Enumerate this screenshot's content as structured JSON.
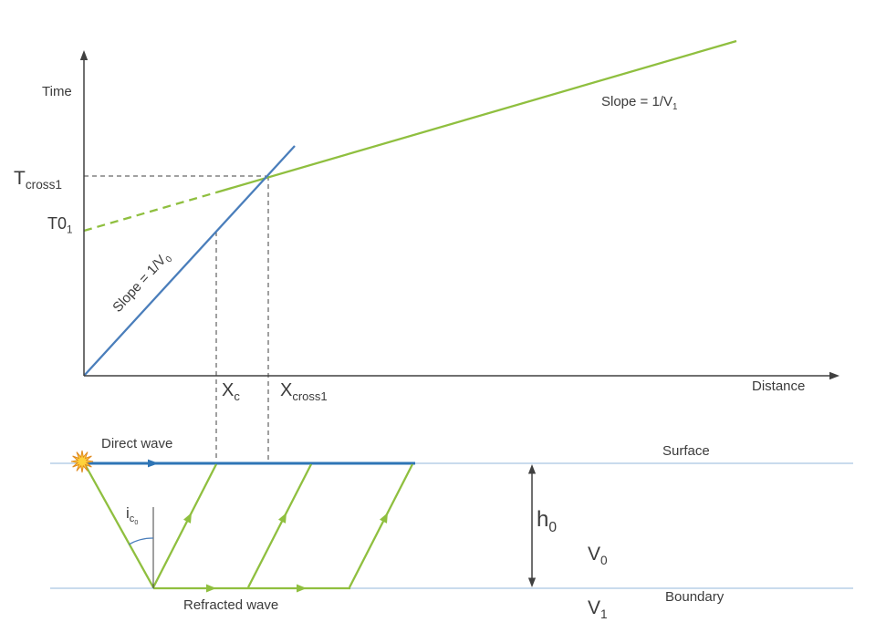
{
  "labels": {
    "time": "Time",
    "distance": "Distance",
    "slope_v1": {
      "main": "Slope = 1/V",
      "sub": "1"
    },
    "slope_v0": {
      "main": "Slope = 1/V",
      "sub": "0"
    },
    "tcross1": {
      "main": "T",
      "sub": "cross1"
    },
    "t01": {
      "main": "T0",
      "sub": "1"
    },
    "xc": {
      "main": "X",
      "sub": "c"
    },
    "xcross1": {
      "main": "X",
      "sub": "cross1"
    },
    "direct_wave": "Direct wave",
    "refracted_wave": "Refracted wave",
    "surface": "Surface",
    "boundary": "Boundary",
    "h0": {
      "main": "h",
      "sub": "0"
    },
    "v0": {
      "main": "V",
      "sub": "0"
    },
    "v1": {
      "main": "V",
      "sub": "1"
    },
    "ic0": {
      "main": "i",
      "sub": "c",
      "subsub": "0"
    }
  },
  "colors": {
    "axis": "#404040",
    "travel_time_direct": "#4a7ebb",
    "refracted_wave_line": "#8fbf3f",
    "direct_wave_line": "#2e75b6",
    "interface_line": "#a9c5e2",
    "source_star": "#ffd23b"
  }
}
